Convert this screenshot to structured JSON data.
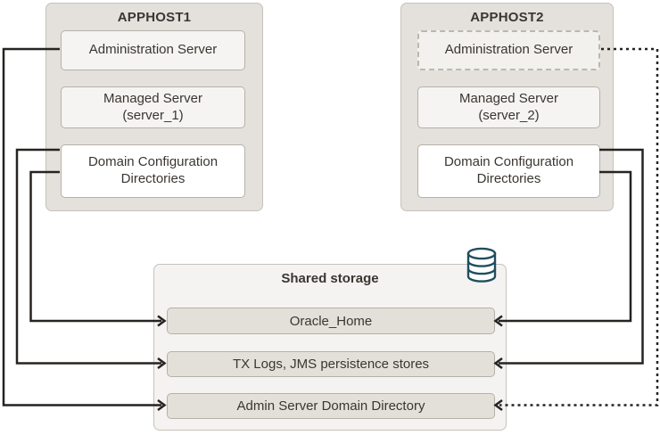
{
  "diagram": {
    "hosts": [
      {
        "title": "APPHOST1",
        "boxes": [
          {
            "label": "Administration Server"
          },
          {
            "line1": "Managed Server",
            "line2": "(server_1)"
          },
          {
            "line1": "Domain Configuration",
            "line2": "Directories"
          }
        ]
      },
      {
        "title": "APPHOST2",
        "boxes": [
          {
            "label": "Administration Server",
            "note": "dashed (passive/failover)"
          },
          {
            "line1": "Managed Server",
            "line2": "(server_2)"
          },
          {
            "line1": "Domain Configuration",
            "line2": "Directories"
          }
        ]
      }
    ],
    "shared_storage": {
      "title": "Shared storage",
      "icon": "database-icon",
      "items": [
        "Oracle_Home",
        "TX Logs, JMS persistence stores",
        "Admin Server Domain Directory"
      ]
    },
    "connectors": [
      {
        "from": "APPHOST1 Administration Server",
        "to": "Admin Server Domain Directory",
        "style": "solid-arrow"
      },
      {
        "from": "APPHOST1 Domain Configuration Directories",
        "to": "TX Logs, JMS persistence stores",
        "style": "solid-arrow"
      },
      {
        "from": "APPHOST1 Domain Configuration Directories",
        "to": "Oracle_Home",
        "style": "solid-arrow"
      },
      {
        "from": "APPHOST2 Domain Configuration Directories",
        "to": "TX Logs, JMS persistence stores",
        "style": "solid-arrow"
      },
      {
        "from": "APPHOST2 Domain Configuration Directories",
        "to": "Oracle_Home",
        "style": "solid-arrow"
      },
      {
        "from": "APPHOST2 Administration Server",
        "to": "Admin Server Domain Directory",
        "style": "dotted-arrow"
      }
    ],
    "colors": {
      "host_fill": "#e4e1dc",
      "host_border": "#c6c2ba",
      "node_fill": "#f5f4f2",
      "node_border": "#b5b1a8",
      "dash_border": "#bcb8af",
      "item_fill": "#e3e0da",
      "shared_fill": "#f4f3f1",
      "line": "#262321",
      "db_icon": "#1f4e5f",
      "text": "#3a3632"
    }
  }
}
